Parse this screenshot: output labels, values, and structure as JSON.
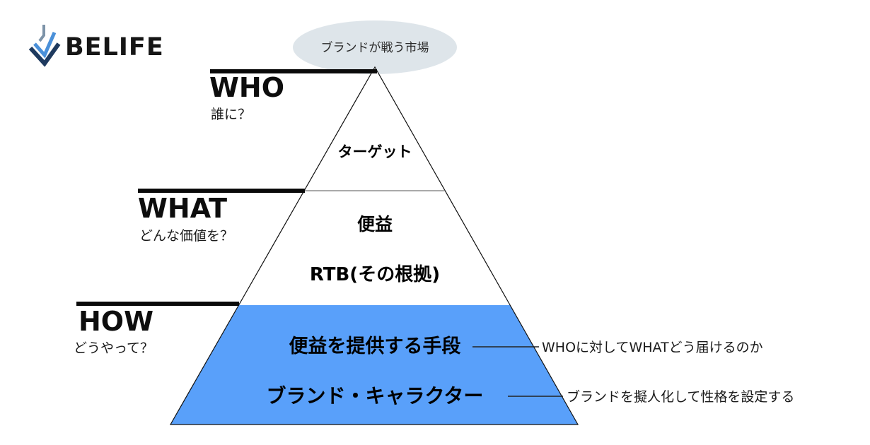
{
  "brand": {
    "name": "BELIFE"
  },
  "bubble": {
    "label": "ブランドが戦う市場"
  },
  "side_labels": {
    "who": {
      "title": "WHO",
      "question": "誰に？"
    },
    "what": {
      "title": "WHAT",
      "question": "どんな価値を？"
    },
    "how": {
      "title": "HOW",
      "question": "どうやって？"
    }
  },
  "pyramid": {
    "tiers": [
      {
        "name": "target",
        "label": "ターゲット"
      },
      {
        "name": "value",
        "label": "便益",
        "label2": "RTB(その根拠)"
      },
      {
        "name": "execution",
        "label": "便益を提供する手段",
        "label2": "ブランド・キャラクター"
      }
    ]
  },
  "annotations": {
    "means": "WHOに対してWHATどう届けるのか",
    "character": "ブランドを擬人化して性格を設定する"
  },
  "colors": {
    "tier_highlight": "#59A0FA",
    "bubble_fill": "#DEE5EA",
    "logo_slate": "#7D93A8",
    "logo_blue": "#4A90D9",
    "logo_navy": "#1E3A5F"
  }
}
